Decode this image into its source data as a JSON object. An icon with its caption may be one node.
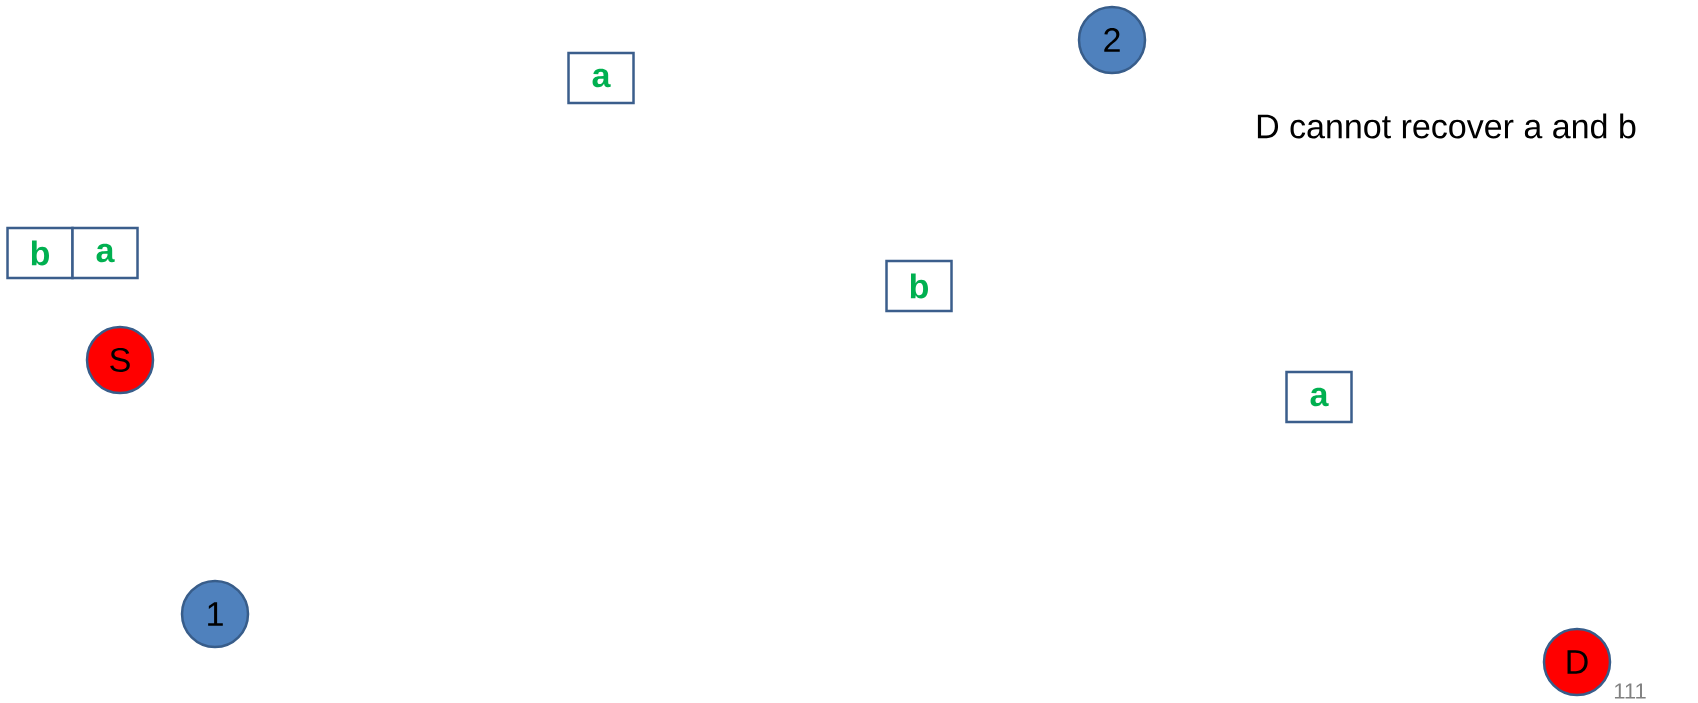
{
  "diagram": {
    "nodes": [
      {
        "text": [
          "2"
        ]
      },
      {
        "text": [
          "a"
        ]
      },
      {
        "text": [
          "b"
        ]
      },
      {
        "text": [
          "a"
        ]
      },
      {
        "text": [
          "b"
        ]
      },
      {
        "text": [
          "S"
        ]
      },
      {
        "text": [
          "a"
        ]
      },
      {
        "text": [
          "1"
        ]
      },
      {
        "text": [
          "D"
        ]
      }
    ],
    "labels": [
      "D cannot recover a and b",
      "111"
    ]
  }
}
